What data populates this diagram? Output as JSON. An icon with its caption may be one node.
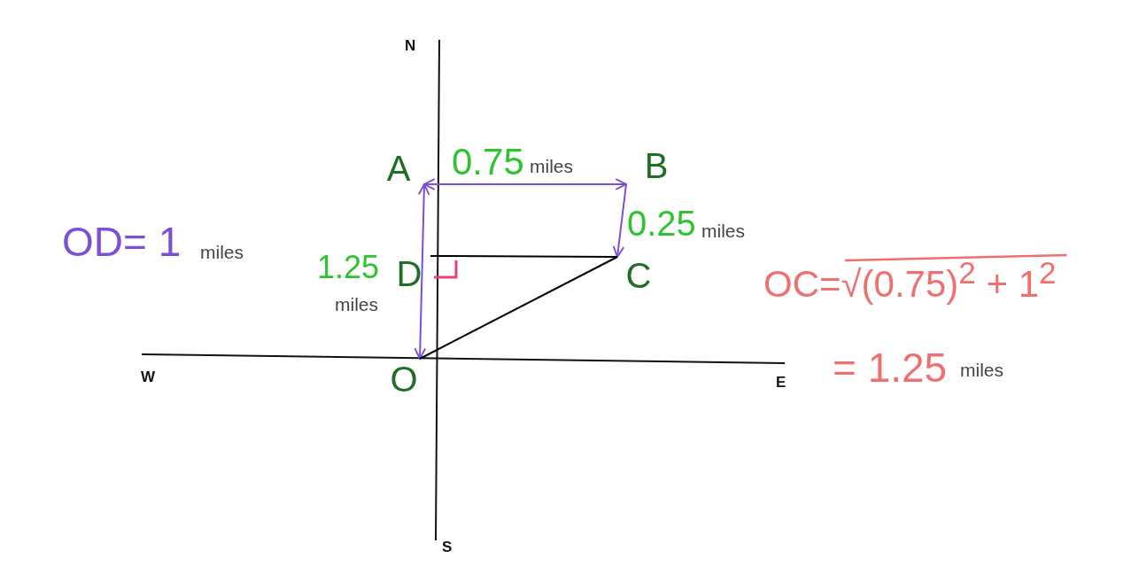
{
  "diagram": {
    "nodes": [
      {
        "text": [
          "O"
        ]
      },
      {
        "text": [
          "A"
        ]
      },
      {
        "text": [
          "B"
        ]
      },
      {
        "text": [
          "C"
        ]
      },
      {
        "text": [
          "D"
        ]
      }
    ],
    "edges": [
      {
        "from": 0,
        "to": 1,
        "arrow": "both",
        "label": "1.25"
      },
      {
        "from": 1,
        "to": 2,
        "arrow": "both",
        "label": "0.75"
      },
      {
        "from": 2,
        "to": 3,
        "arrow": "to",
        "label": "0.25"
      },
      {
        "from": 4,
        "to": 3,
        "arrow": "none",
        "color": "#000000"
      },
      {
        "from": 0,
        "to": 3,
        "arrow": "none",
        "color": "#000000"
      }
    ],
    "labels": [
      "N",
      "OD= 1",
      "miles",
      "miles",
      "miles",
      "miles",
      "OC=√(0.75)$^{2}$ + 1$^{2}$",
      "= 1.25",
      "miles",
      "W",
      "E",
      "S"
    ]
  }
}
